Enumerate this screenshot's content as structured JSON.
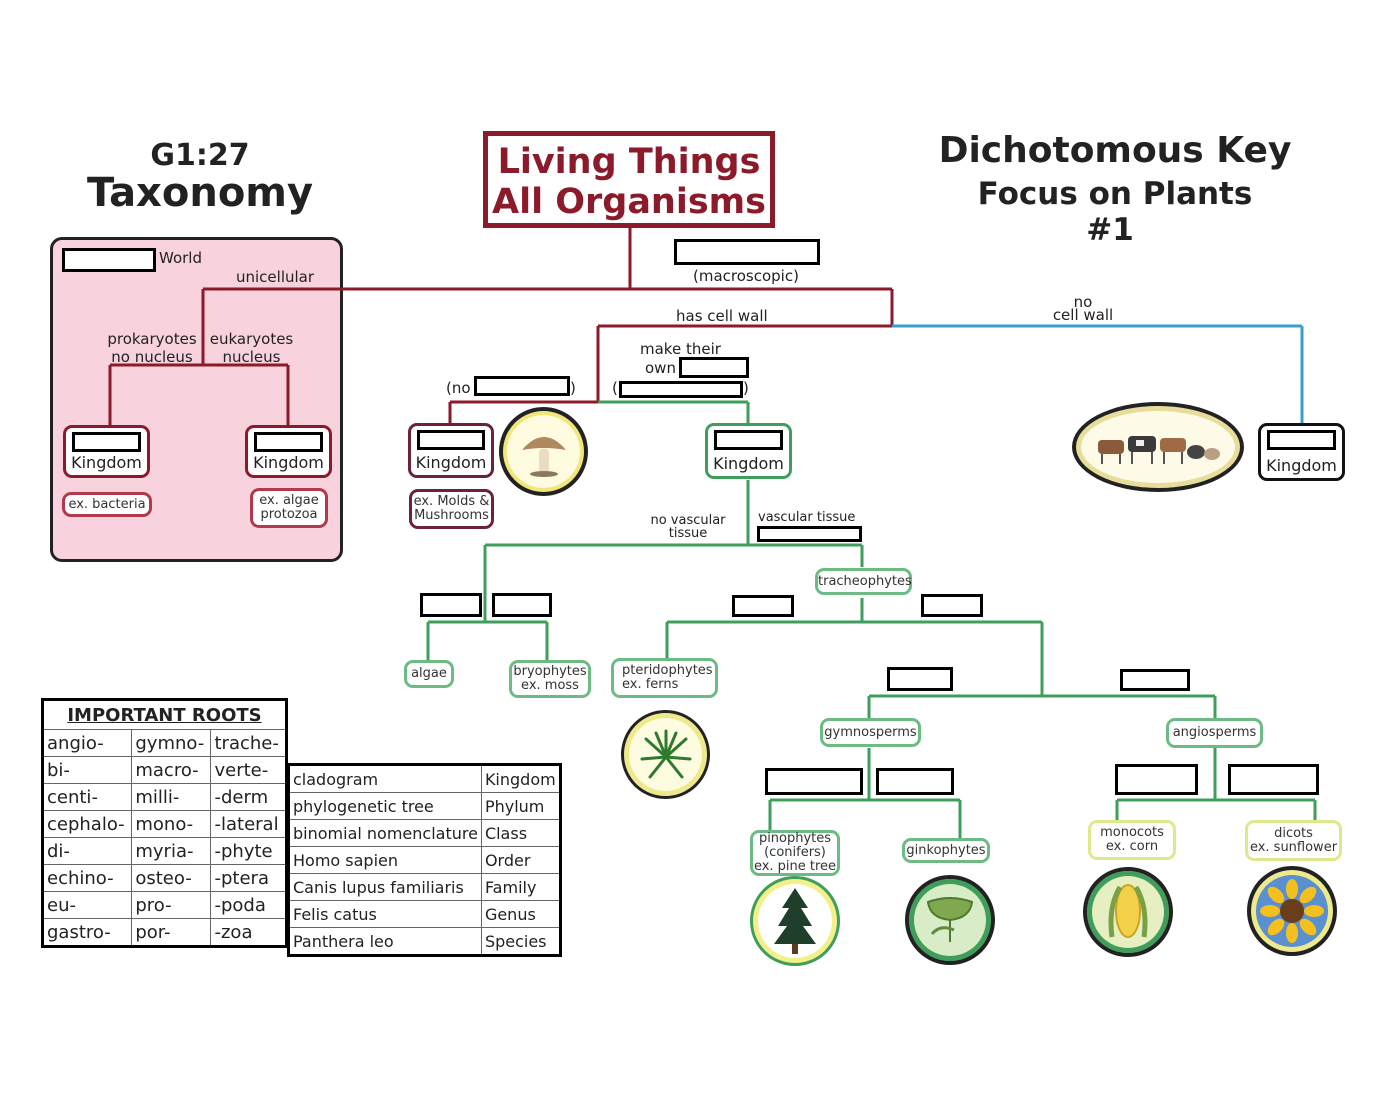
{
  "header": {
    "code": "G1:27",
    "title": "Taxonomy",
    "main_box_line1": "Living Things",
    "main_box_line2": "All Organisms",
    "dk_line1": "Dichotomous Key",
    "dk_line2": "Focus on Plants",
    "dk_line3": "#1"
  },
  "left_panel": {
    "world": "World",
    "unicellular": "unicellular",
    "prokaryotes": "prokaryotes",
    "no_nucleus": "no nucleus",
    "eukaryotes": "eukaryotes",
    "nucleus": "nucleus",
    "kingdom_left": "Kingdom",
    "kingdom_right": "Kingdom",
    "ex_bacteria": "ex. bacteria",
    "ex_algae_1": "ex. algae",
    "ex_algae_2": "protozoa"
  },
  "top_branch": {
    "macroscopic": "(macroscopic)",
    "has_cell_wall": "has cell wall",
    "no_cell_wall_1": "no",
    "no_cell_wall_2": "cell wall",
    "make_their_1": "make their",
    "make_their_2": "own",
    "paren_no": "(no",
    "paren_close": ")",
    "paren_open": "(",
    "paren_close2": ")"
  },
  "kingdoms": {
    "fungi": "Kingdom",
    "fungi_ex_1": "ex. Molds &",
    "fungi_ex_2": "Mushrooms",
    "plants": "Kingdom",
    "animals": "Kingdom"
  },
  "plant_tree": {
    "no_vascular_1": "no vascular",
    "no_vascular_2": "tissue",
    "vascular_tissue": "vascular tissue",
    "tracheophytes": "tracheophytes",
    "algae": "algae",
    "bryophytes_1": "bryophytes",
    "bryophytes_2": "ex. moss",
    "pteridophytes_1": "pteridophytes",
    "pteridophytes_2": "ex. ferns",
    "gymnosperms": "gymnosperms",
    "angiosperms": "angiosperms",
    "pinophytes_1": "pinophytes",
    "pinophytes_2": "(conifers)",
    "pinophytes_3": "ex. pine tree",
    "ginkophytes": "ginkophytes",
    "monocots_1": "monocots",
    "monocots_2": "ex. corn",
    "dicots_1": "dicots",
    "dicots_2": "ex. sunflower"
  },
  "roots_table": {
    "header": "IMPORTANT ROOTS",
    "rows": [
      [
        "angio-",
        "gymno-",
        "trache-"
      ],
      [
        "bi-",
        "macro-",
        "verte-"
      ],
      [
        "centi-",
        "milli-",
        "-derm"
      ],
      [
        "cephalo-",
        "mono-",
        "-lateral"
      ],
      [
        "di-",
        "myria-",
        "-phyte"
      ],
      [
        "echino-",
        "osteo-",
        "-ptera"
      ],
      [
        "eu-",
        "pro-",
        "-poda"
      ],
      [
        "gastro-",
        "por-",
        "-zoa"
      ]
    ]
  },
  "terms_table": {
    "rows": [
      [
        "cladogram",
        "Kingdom"
      ],
      [
        "phylogenetic tree",
        "Phylum"
      ],
      [
        "binomial nomenclature",
        "Class"
      ],
      [
        "Homo sapien",
        "Order"
      ],
      [
        "Canis  lupus familiaris",
        "Family"
      ],
      [
        "Felis catus",
        "Genus"
      ],
      [
        "Panthera leo",
        "Species"
      ]
    ]
  },
  "colors": {
    "maroon": "#8b1a2b",
    "green": "#3f9e5a",
    "blue": "#3a9fc8",
    "pink_panel": "#f8d3dd"
  }
}
